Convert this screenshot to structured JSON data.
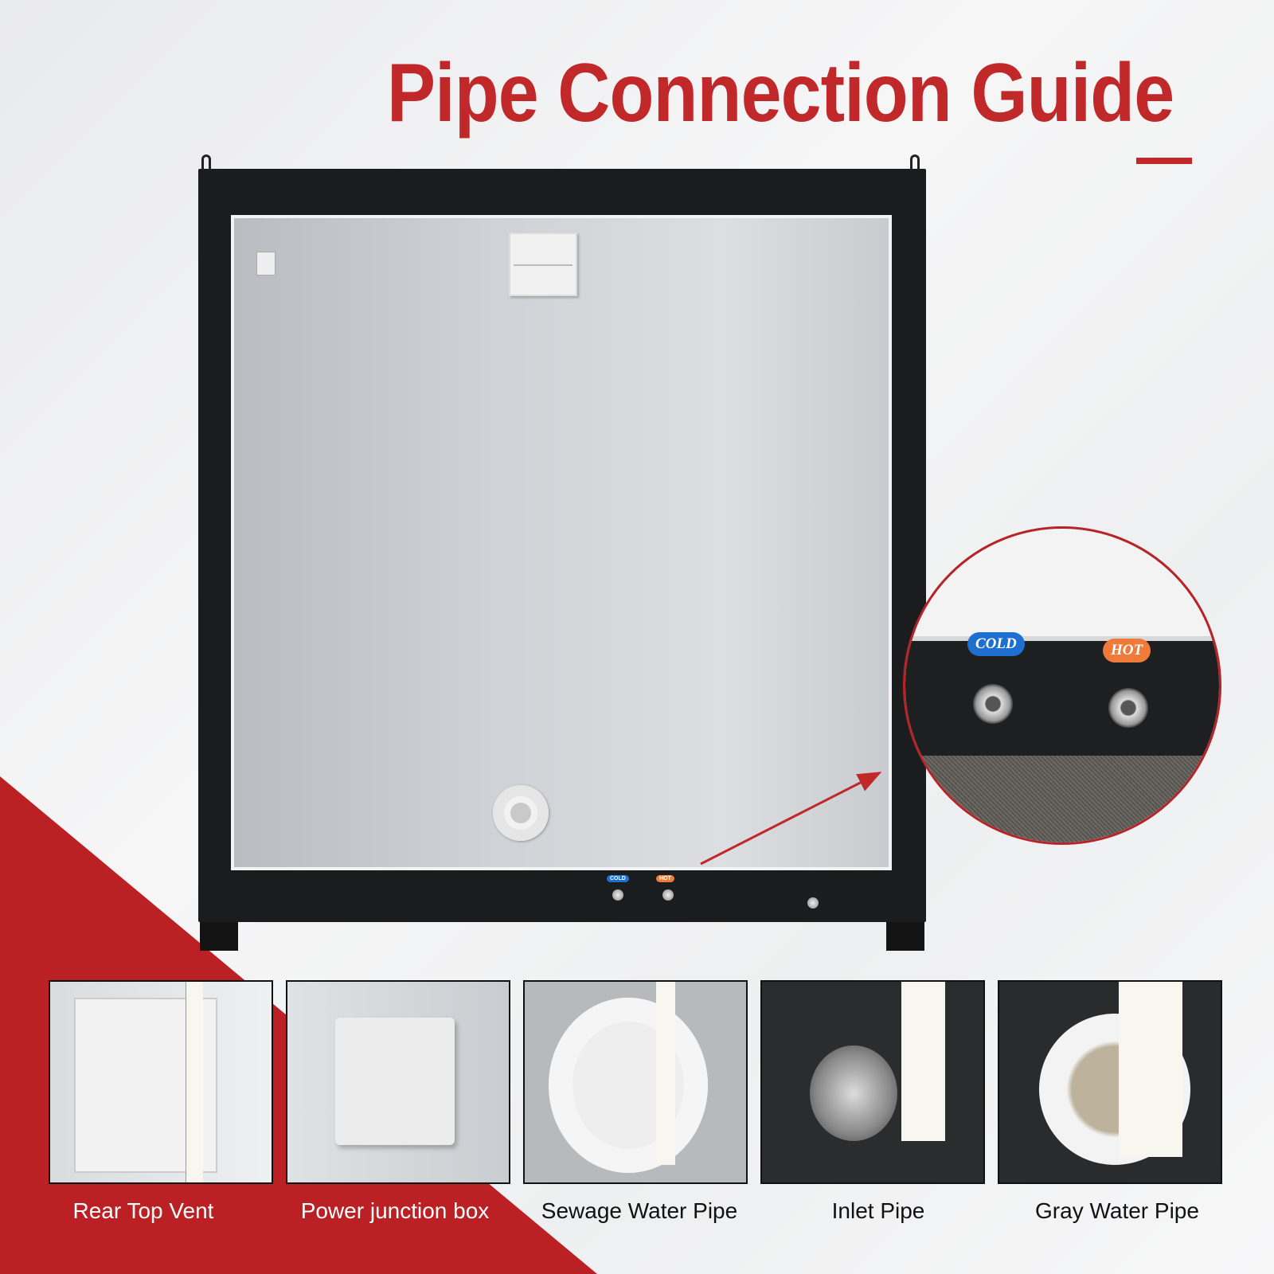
{
  "title": "Pipe Connection Guide",
  "zoom_callout": {
    "cold_label": "COLD",
    "hot_label": "HOT"
  },
  "cabinet_tags": {
    "cold": "COLD",
    "hot": "HOT"
  },
  "thumbnails": [
    {
      "label": "Rear Top Vent"
    },
    {
      "label": "Power junction box"
    },
    {
      "label": "Sewage Water Pipe"
    },
    {
      "label": "Inlet Pipe"
    },
    {
      "label": "Gray Water Pipe"
    }
  ],
  "colors": {
    "accent": "#c0282a",
    "cold": "#1e6fd0",
    "hot": "#f07a3a"
  }
}
